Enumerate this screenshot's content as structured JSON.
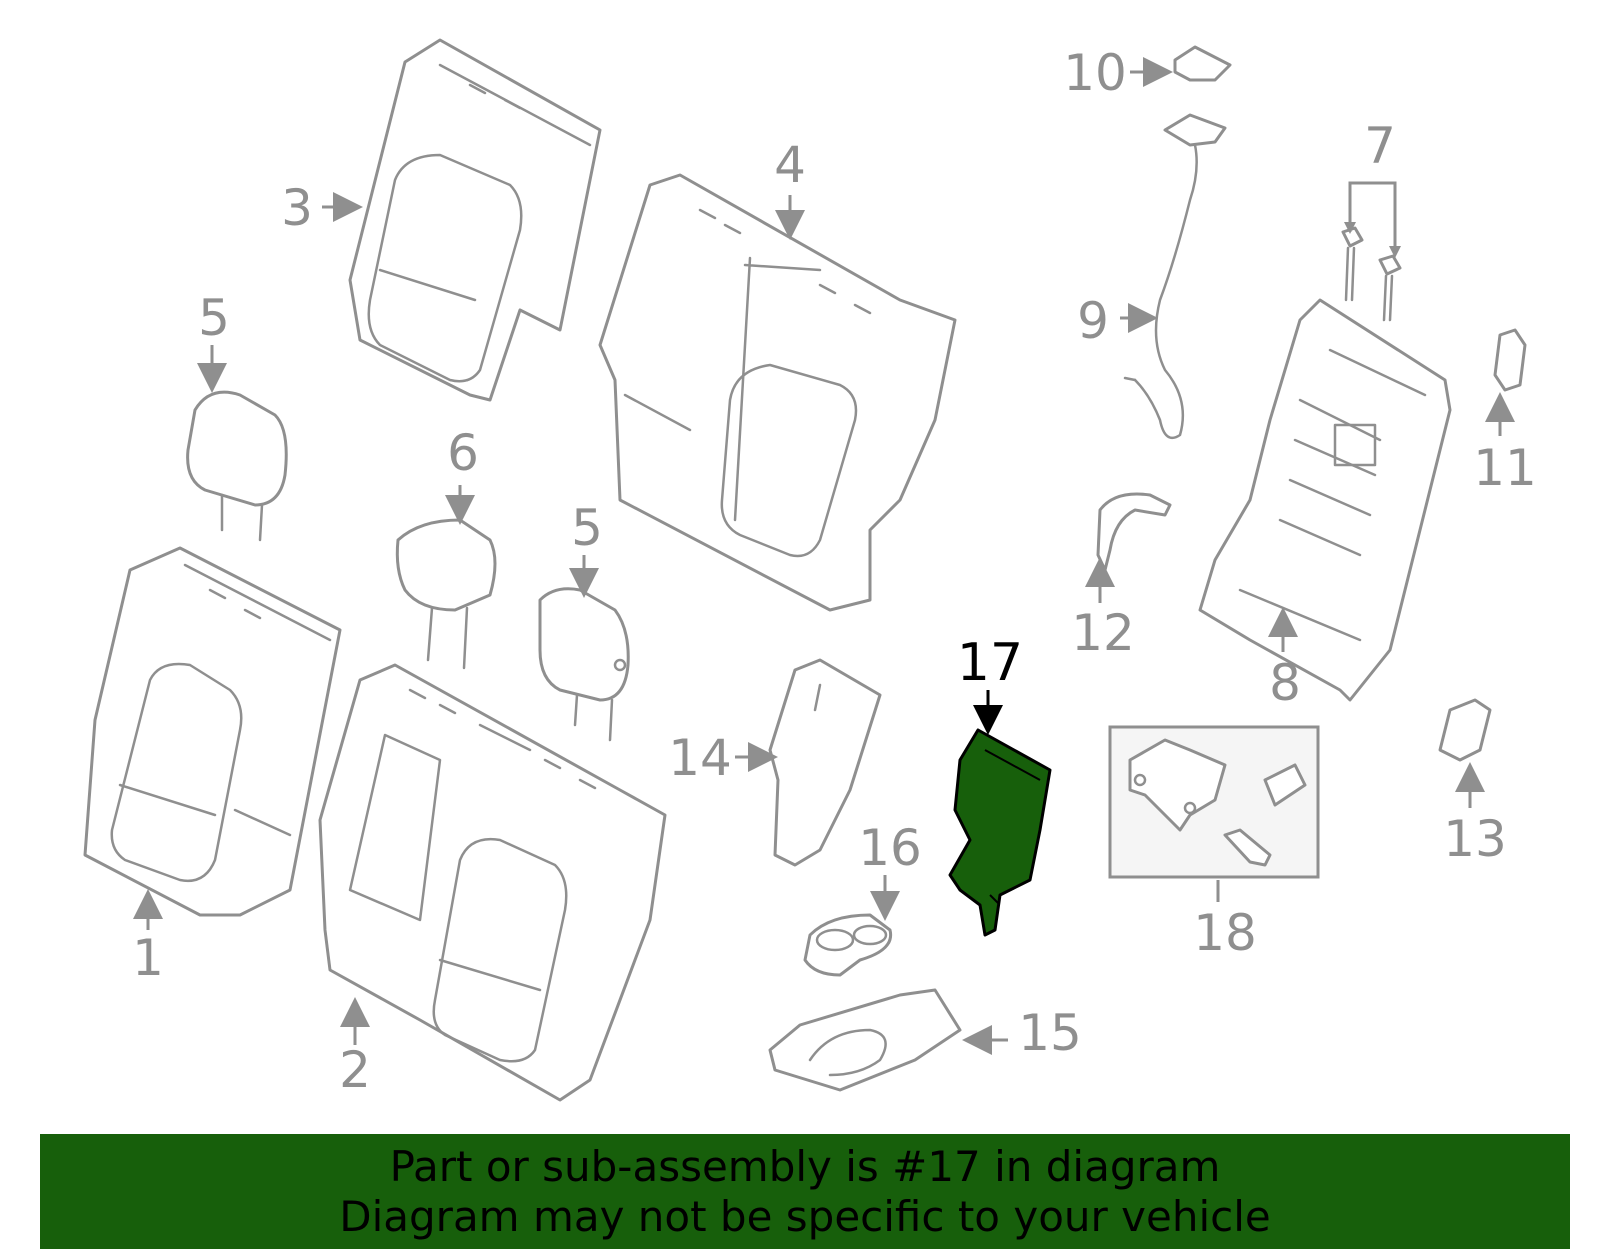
{
  "callouts": {
    "c1": "1",
    "c2": "2",
    "c3": "3",
    "c4": "4",
    "c5a": "5",
    "c5b": "5",
    "c6": "6",
    "c7": "7",
    "c8": "8",
    "c9": "9",
    "c10": "10",
    "c11": "11",
    "c12": "12",
    "c13": "13",
    "c14": "14",
    "c15": "15",
    "c16": "16",
    "c17": "17",
    "c18": "18"
  },
  "highlighted_part": "17",
  "colors": {
    "highlight_fill": "#175f0b",
    "banner_background": "#175f0b",
    "line_art": "#8f8f8f",
    "inset_background": "#f5f5f5"
  },
  "banner": {
    "line1": "Part or sub-assembly is #17 in diagram",
    "line2": "Diagram may not be specific to your vehicle"
  }
}
